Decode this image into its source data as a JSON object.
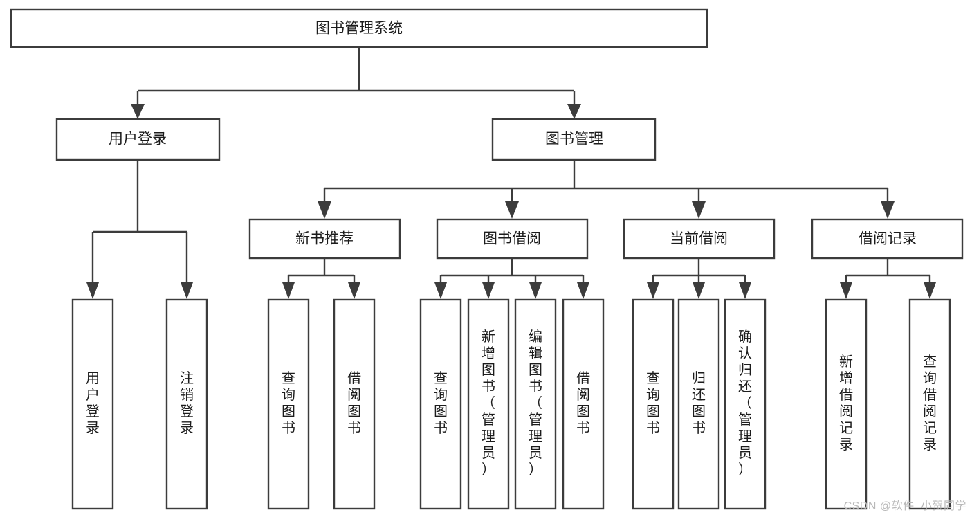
{
  "diagram": {
    "title": "图书管理系统",
    "type": "tree-hierarchy",
    "background_color": "#ffffff",
    "stroke_color": "#3c3c3c",
    "text_color": "#1c1c1c"
  },
  "root": {
    "label": "图书管理系统"
  },
  "level2": [
    {
      "label": "用户登录"
    },
    {
      "label": "图书管理"
    }
  ],
  "level3": [
    {
      "label": "新书推荐"
    },
    {
      "label": "图书借阅"
    },
    {
      "label": "当前借阅"
    },
    {
      "label": "借阅记录"
    }
  ],
  "leaves": {
    "user_login": [
      {
        "label": "用户登录"
      },
      {
        "label": "注销登录"
      }
    ],
    "new_book_recommend": [
      {
        "label": "查询图书"
      },
      {
        "label": "借阅图书"
      }
    ],
    "book_borrow": [
      {
        "label": "查询图书"
      },
      {
        "label": "新增图书（管理员）"
      },
      {
        "label": "编辑图书（管理员）"
      },
      {
        "label": "借阅图书"
      }
    ],
    "current_borrow": [
      {
        "label": "查询图书"
      },
      {
        "label": "归还图书"
      },
      {
        "label": "确认归还（管理员）"
      }
    ],
    "borrow_record": [
      {
        "label": "新增借阅记录"
      },
      {
        "label": "查询借阅记录"
      }
    ]
  },
  "watermark": {
    "text": "CSDN @软件_小贺同学"
  }
}
